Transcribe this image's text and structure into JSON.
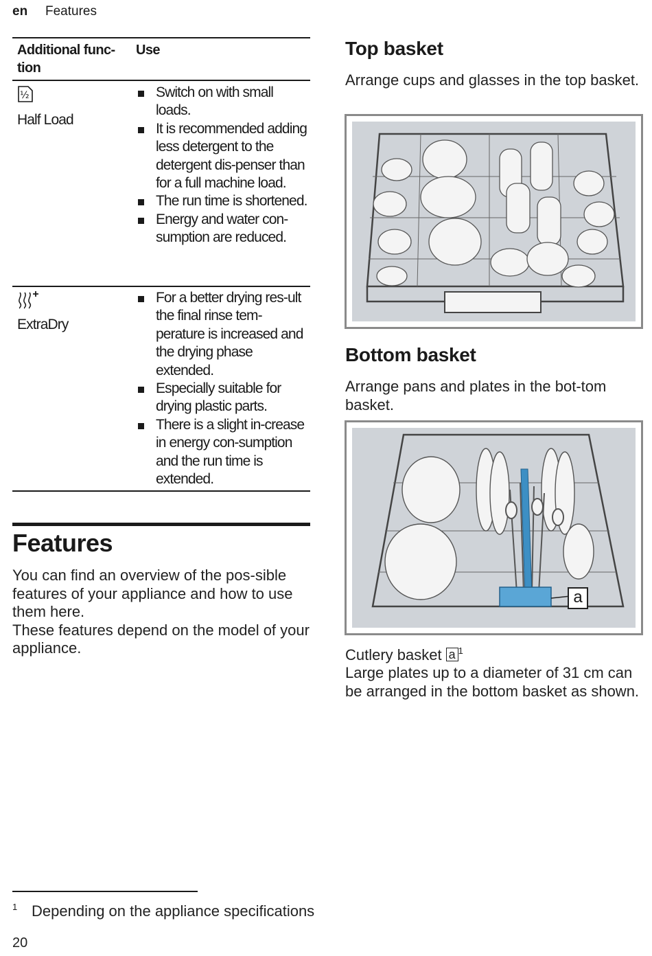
{
  "header": {
    "language": "en",
    "section": "Features"
  },
  "table": {
    "columns": [
      "Additional func-\ntion",
      "Use"
    ],
    "rows": [
      {
        "icon": "half-load-icon",
        "icon_glyph": "½",
        "name": "Half Load",
        "uses": [
          "Switch on with small loads.",
          "It is recommended adding less detergent to the detergent dis-penser than for a full machine load.",
          "The run time is shortened.",
          "Energy and water con-sumption are reduced."
        ]
      },
      {
        "icon": "extra-dry-icon",
        "icon_glyph": "⟆⟆⟆+",
        "name": "ExtraDry",
        "uses": [
          "For a better drying res-ult the final rinse tem-perature is increased and the drying phase extended.",
          "Especially suitable for drying plastic parts.",
          "There is a slight in-crease in energy con-sumption and the run time is extended."
        ]
      }
    ]
  },
  "features": {
    "title": "Features",
    "paragraph1": "You can find an overview of the pos-sible features of your appliance and how to use them here.",
    "paragraph2": "These features depend on the model of your appliance."
  },
  "top_basket": {
    "title": "Top basket",
    "text": "Arrange cups and glasses in the top basket."
  },
  "bottom_basket": {
    "title": "Bottom basket",
    "text": "Arrange pans and plates in the bot-tom basket.",
    "callout": "a",
    "caption": "Cutlery basket",
    "caption_ref": "a",
    "caption_sup": "1",
    "plates_text": "Large plates up to a diameter of 31 cm can be arranged in the bottom basket as shown."
  },
  "footnote": {
    "number": "1",
    "text": "Depending on the appliance specifications"
  },
  "page_number": "20",
  "colors": {
    "text": "#1a1a1a",
    "figure_bg": "#cfd3d8",
    "figure_border": "#8a8a8a",
    "cutlery_basket": "#3d8fc4"
  }
}
